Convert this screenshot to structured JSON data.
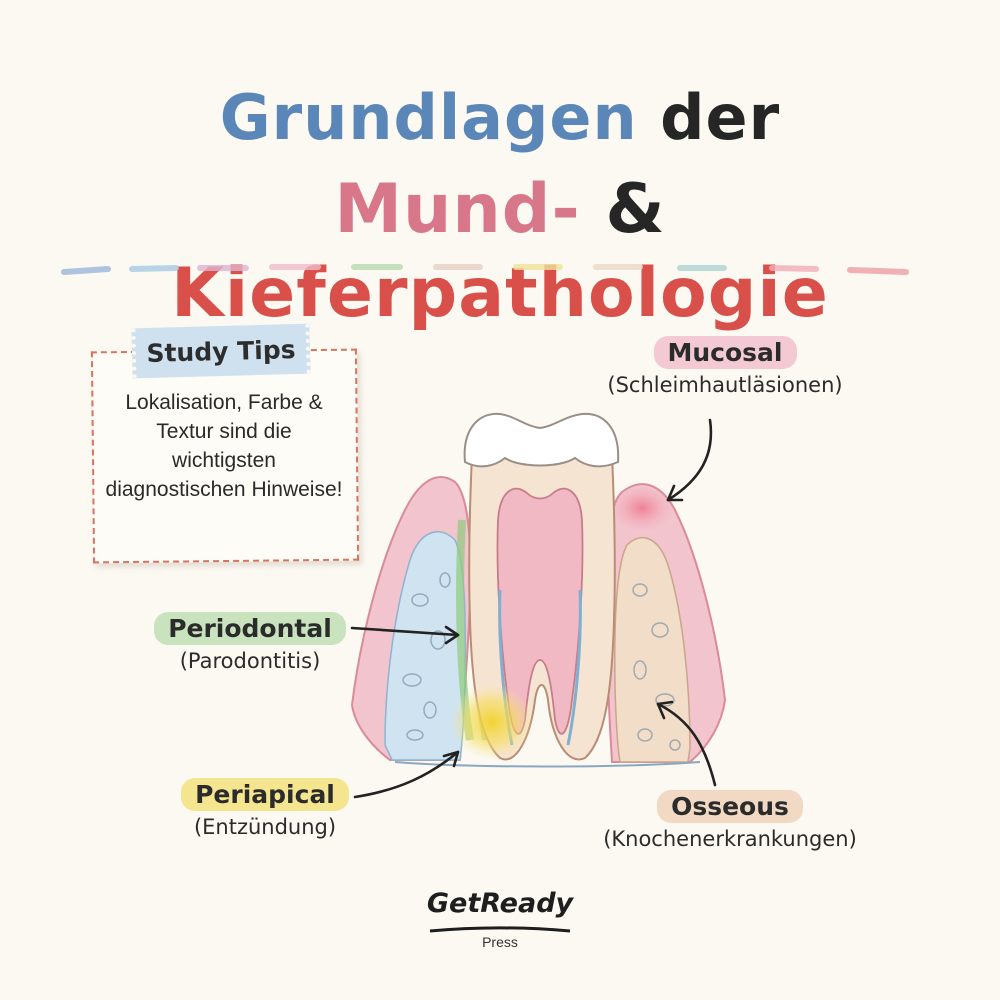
{
  "title": {
    "line1_part1": "Grundlagen",
    "line1_part2": " der",
    "line2_part1": "Mund-",
    "line2_part2": " & ",
    "line2_part3": "Kieferpathologie"
  },
  "colors": {
    "title_blue": "#5b87b8",
    "title_pink": "#d9778a",
    "title_red": "#d9504a",
    "title_dark": "#262626",
    "mucosal_highlight": "#f3c9d3",
    "periodontal_highlight": "#c9e3bf",
    "periapical_highlight": "#f5e58e",
    "osseous_highlight": "#f2d9c4"
  },
  "study_tips": {
    "heading": "Study Tips",
    "text": "Lokalisation, Farbe & Textur sind die wichtigsten diagnostischen Hinweise!"
  },
  "labels": {
    "mucosal": {
      "title": "Mucosal",
      "subtitle": "(Schleimhautläsionen)"
    },
    "periodontal": {
      "title": "Periodontal",
      "subtitle": "(Parodontitis)"
    },
    "periapical": {
      "title": "Periapical",
      "subtitle": "(Entzündung)"
    },
    "osseous": {
      "title": "Osseous",
      "subtitle": "(Knochenerkrankungen)"
    }
  },
  "logo": {
    "name": "GetReady",
    "sub": "Press"
  }
}
